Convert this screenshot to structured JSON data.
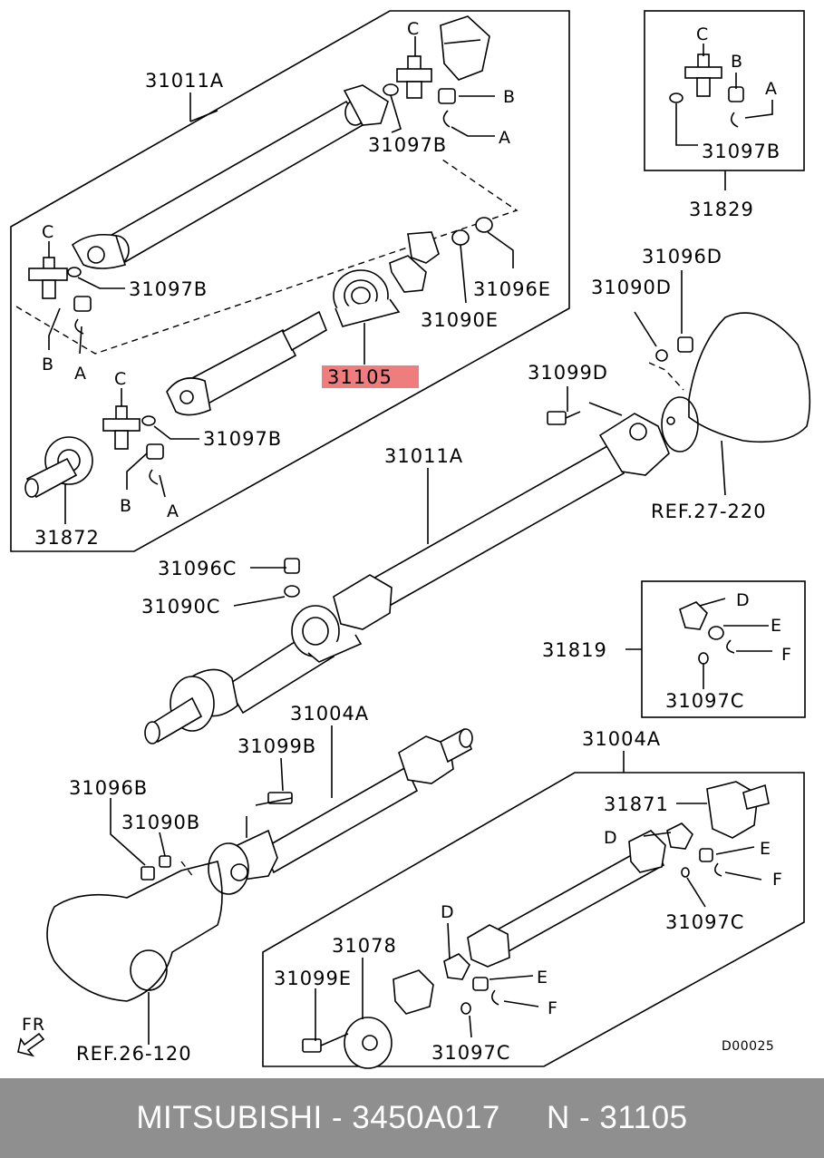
{
  "labels": {
    "l_31011A_top": "31011A",
    "l_C1": "C",
    "l_B1": "B",
    "l_A1": "A",
    "l_31097B_a": "31097B",
    "l_C2": "C",
    "l_B2": "B",
    "l_A2": "A",
    "l_31097B_b": "31097B",
    "l_31096E": "31096E",
    "l_31090E": "31090E",
    "l_31105": "31105",
    "l_C3": "C",
    "l_B3": "B",
    "l_A3": "A",
    "l_31097B_c": "31097B",
    "l_31872": "31872",
    "l_C4": "C",
    "l_B4": "B",
    "l_A4": "A",
    "l_31097B_d": "31097B",
    "l_31829": "31829",
    "l_31096D": "31096D",
    "l_31090D": "31090D",
    "l_31099D": "31099D",
    "l_31011A_mid": "31011A",
    "l_ref27": "REF.27-220",
    "l_31096C": "31096C",
    "l_31090C": "31090C",
    "l_31819": "31819",
    "l_D1": "D",
    "l_E1": "E",
    "l_F1": "F",
    "l_31097C_a": "31097C",
    "l_31004A_a": "31004A",
    "l_31004A_b": "31004A",
    "l_31099B": "31099B",
    "l_31096B": "31096B",
    "l_31090B": "31090B",
    "l_31871": "31871",
    "l_D2": "D",
    "l_E2": "E",
    "l_F2": "F",
    "l_31097C_b": "31097C",
    "l_D3": "D",
    "l_31078": "31078",
    "l_E3": "E",
    "l_F3": "F",
    "l_31099E": "31099E",
    "l_31097C_c": "31097C",
    "l_FR": "FR",
    "l_ref26": "REF.26-120",
    "l_code": "D00025"
  },
  "highlight_color": "#f07d7d",
  "footer": {
    "text": "MITSUBISHI - 3450A017     N - 31105"
  }
}
